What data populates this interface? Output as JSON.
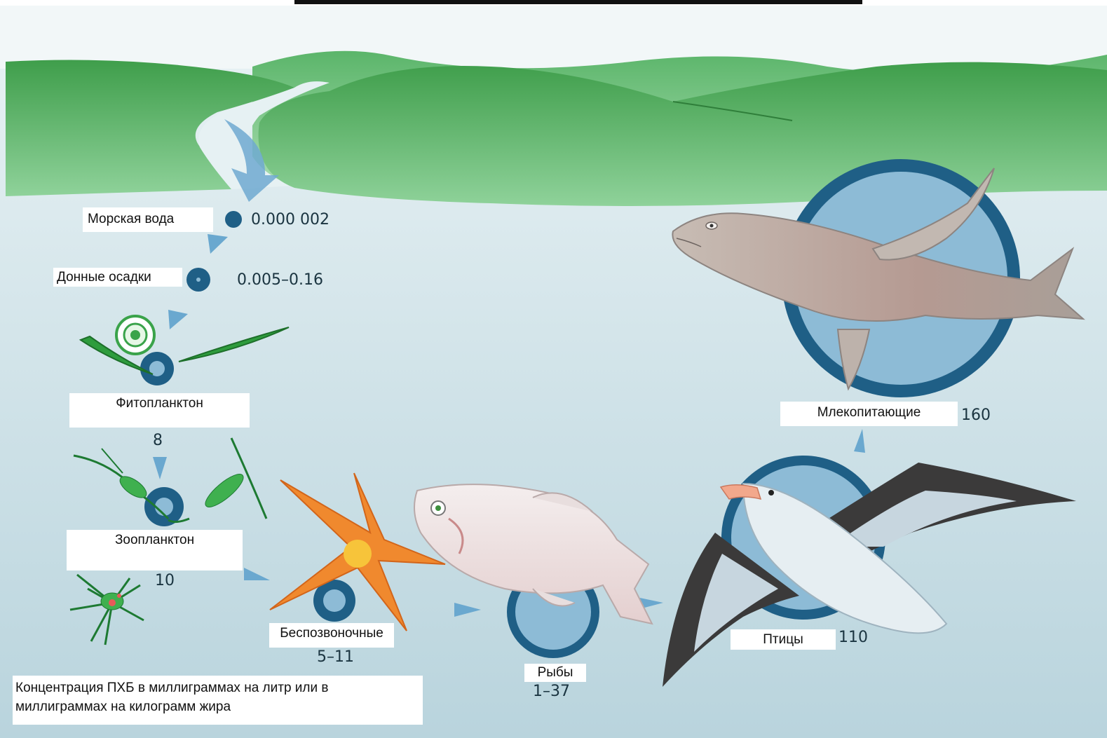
{
  "levels": {
    "seawater": {
      "label": "Морская вода",
      "value": "0.000 002"
    },
    "sediment": {
      "label": "Донные осадки",
      "value": "0.005–0.16"
    },
    "phytoplankton": {
      "label": "Фитопланктон",
      "value": "8"
    },
    "zooplankton": {
      "label": "Зоопланктон",
      "value": "10"
    },
    "invertebrates": {
      "label": "Беспозвоночные",
      "value": "5–11"
    },
    "fish": {
      "label": "Рыбы",
      "value": "1–37"
    },
    "birds": {
      "label": "Птицы",
      "value": "110"
    },
    "mammals": {
      "label": "Млекопитающие",
      "value": "160"
    }
  },
  "note": "Концентрация ПХБ в миллиграммах на литр  или в миллиграммах на килограмм жира",
  "colors": {
    "circle_ring": "#1f5f86",
    "circle_fill": "#8dbbd6",
    "arrow": "#6aa8cf",
    "hills": "#4fae5b",
    "sea_top": "#eaf3f5",
    "sea_bottom": "#b7d3dc"
  }
}
